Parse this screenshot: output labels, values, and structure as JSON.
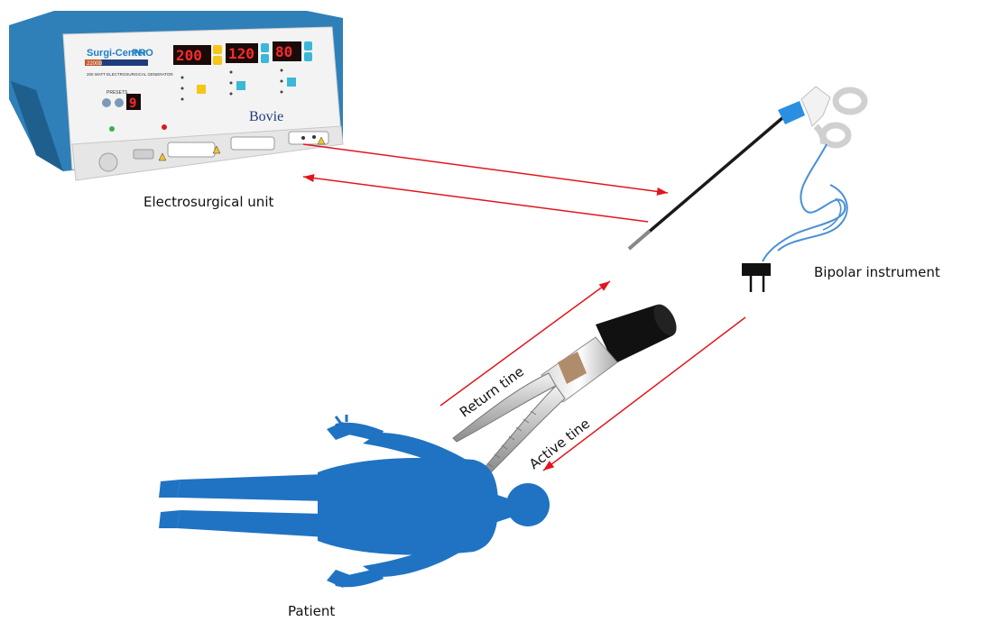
{
  "labels": {
    "esu": "Electrosurgical unit",
    "bipolar": "Bipolar instrument",
    "patient": "Patient",
    "return_tine": "Return tine",
    "active_tine": "Active tine"
  },
  "device": {
    "brand_line1": "Surgi-Center",
    "brand_line2": "PRO",
    "model": "2200B",
    "subtitle": "200 WATT ELECTROSURGICAL GENERATOR",
    "logo": "Bovie",
    "display_1": "200",
    "display_2": "120",
    "display_3": "80",
    "presets_display": "9",
    "presets_label": "PRESETS"
  },
  "colors": {
    "arrow": "#e0161c",
    "patient": "#1f73c2",
    "cable": "#4a8fd6",
    "device_body": "#2f7fb8",
    "display_bg": "#1a0a0a",
    "display_digits": "#ff2a2a"
  }
}
